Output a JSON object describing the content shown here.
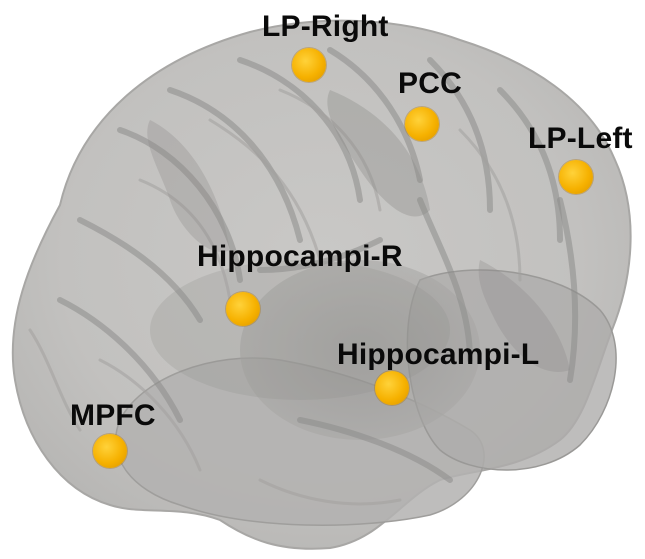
{
  "figure": {
    "labels": {
      "lp_right": "LP-Right",
      "pcc": "PCC",
      "lp_left": "LP-Left",
      "hippocampi_r": "Hippocampi-R",
      "hippocampi_l": "Hippocampi-L",
      "mpfc": "MPFC"
    },
    "colors": {
      "node": "#f6b100",
      "brain_fill": "#bdbcba",
      "brain_shadow": "#8f8e8c",
      "label_text": "#0a0a0a"
    }
  }
}
